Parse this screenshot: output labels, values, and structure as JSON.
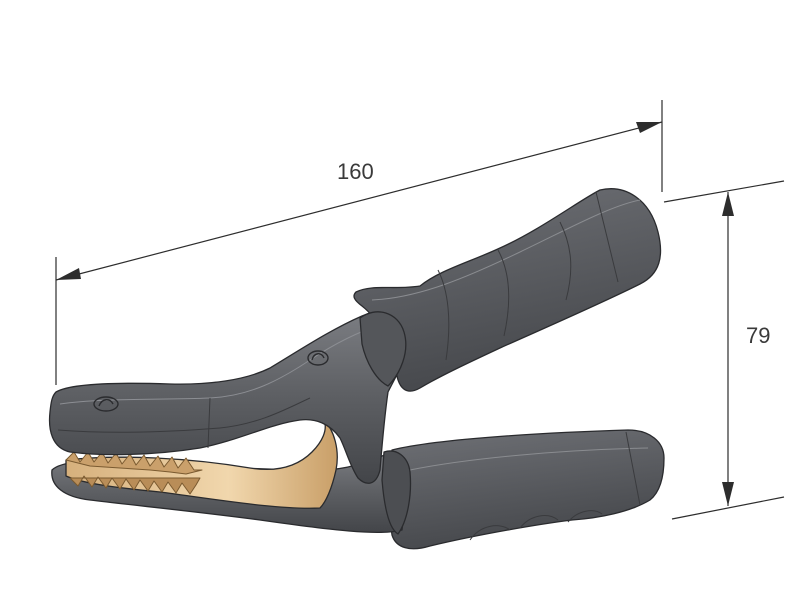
{
  "dimensions": {
    "length": {
      "value": "160"
    },
    "height": {
      "value": "79"
    }
  },
  "colors": {
    "body": "#5d5f63",
    "body_dark": "#434549",
    "body_light": "#7c7e83",
    "outline": "#2a2b2e",
    "jaw": "#e7c89a",
    "jaw_dark": "#b8935f",
    "dimension_line": "#2d2d2d"
  },
  "icons": [
    "crocodile-clip-drawing",
    "arrowhead"
  ]
}
